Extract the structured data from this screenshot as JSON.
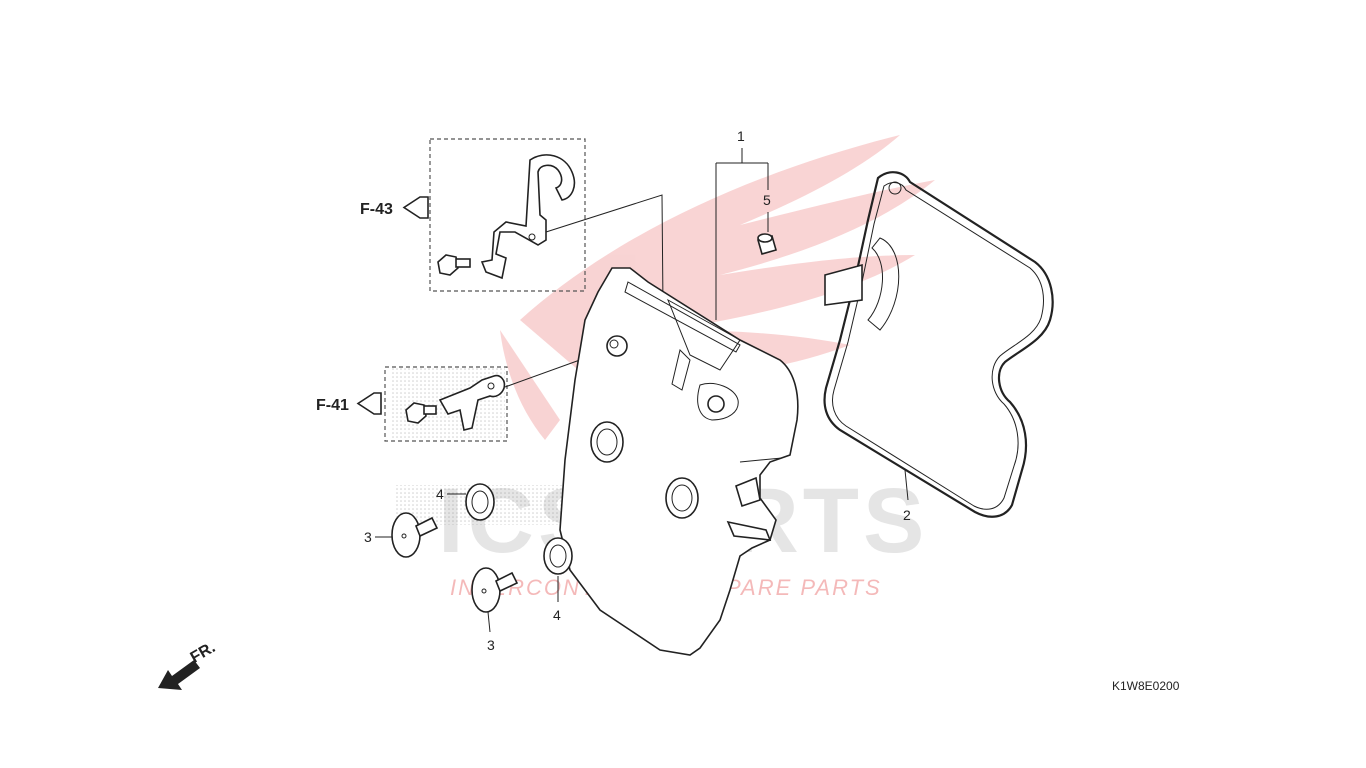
{
  "watermark": {
    "brand": "ICSPARTS",
    "tagline": "INTERCONTINENTAL SPARE PARTS",
    "color_red": "#e23a3a",
    "color_gray": "#9a9a9a"
  },
  "references": {
    "f43": "F-43",
    "f41": "F-41"
  },
  "callouts": {
    "c1": "1",
    "c2": "2",
    "c3a": "3",
    "c3b": "3",
    "c4a": "4",
    "c4b": "4",
    "c5": "5"
  },
  "direction": {
    "label": "FR."
  },
  "diagram_code": "K1W8E0200"
}
